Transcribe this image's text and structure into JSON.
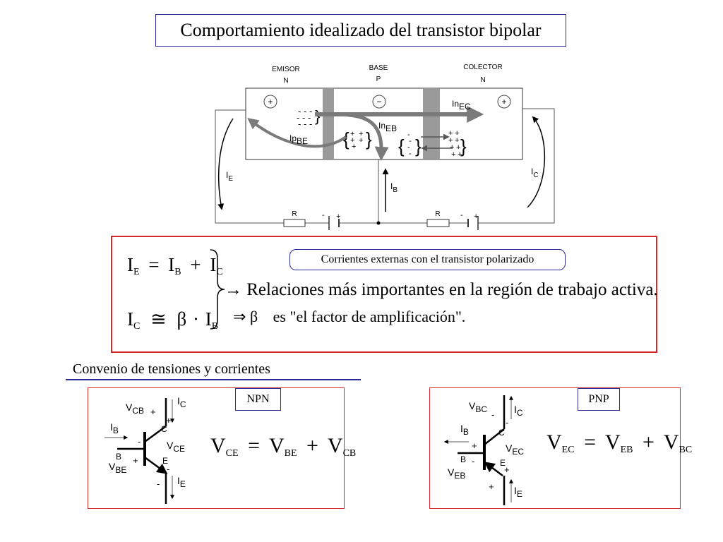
{
  "title": "Comportamiento idealizado del transistor bipolar",
  "diagram": {
    "emitter_label": "EMISOR",
    "emitter_type": "N",
    "base_label": "BASE",
    "base_type": "P",
    "collector_label": "COLECTOR",
    "collector_type": "N",
    "plus": "+",
    "minus": "−",
    "charge_minus": "-",
    "current_main": "I",
    "in_label": "In",
    "ip_label": "Ip",
    "sub_ec": "EC",
    "sub_eb": "EB",
    "sub_be": "BE",
    "sub_e": "E",
    "sub_b": "B",
    "sub_c": "C",
    "resistor": "R",
    "bracket_open": "{",
    "bracket_close": "}"
  },
  "relations": {
    "badge": "Corrientes externas con el transistor polarizado",
    "f1_ie": "I",
    "f1_ie_sub": "E",
    "f1_eq": "=",
    "f1_ib": "I",
    "f1_ib_sub": "B",
    "f1_plus": "+",
    "f1_ic": "I",
    "f1_ic_sub": "C",
    "f2_ic": "I",
    "f2_ic_sub": "C",
    "f2_approx": "≅",
    "f2_beta": "β",
    "f2_dot": "·",
    "f2_ib": "I",
    "f2_ib_sub": "B",
    "arrow": "→",
    "statement": "Relaciones más importantes en la región de trabajo activa.",
    "implies": "⇒",
    "beta": "β",
    "beta_note": "es \"el factor de amplificación\"."
  },
  "convention": {
    "title": "Convenio de tensiones y corrientes",
    "npn": {
      "badge": "NPN",
      "v": "V",
      "i": "I",
      "sub_cb": "CB",
      "sub_ce": "CE",
      "sub_be": "BE",
      "sub_b": "B",
      "sub_c": "C",
      "sub_e": "E",
      "pin_b": "B",
      "pin_c": "C",
      "pin_e": "E",
      "plus": "+",
      "minus": "-",
      "eq_lhs": "V",
      "eq_lhs_sub": "CE",
      "eq_eq": "=",
      "eq_a": "V",
      "eq_a_sub": "BE",
      "eq_plus": "+",
      "eq_b": "V",
      "eq_b_sub": "CB"
    },
    "pnp": {
      "badge": "PNP",
      "v": "V",
      "i": "I",
      "sub_bc": "BC",
      "sub_ec": "EC",
      "sub_eb": "EB",
      "sub_b": "B",
      "sub_c": "C",
      "sub_e": "E",
      "pin_b": "B",
      "pin_c": "C",
      "pin_e": "E",
      "plus": "+",
      "minus": "-",
      "eq_lhs": "V",
      "eq_lhs_sub": "EC",
      "eq_eq": "=",
      "eq_a": "V",
      "eq_a_sub": "EB",
      "eq_plus": "+",
      "eq_b": "V",
      "eq_b_sub": "BC"
    }
  },
  "colors": {
    "frame_blue": "#2a2a9a",
    "frame_red": "#d62a2a",
    "gray_arrow": "#7a7a7a",
    "junction_gray": "#9a9a9a"
  }
}
